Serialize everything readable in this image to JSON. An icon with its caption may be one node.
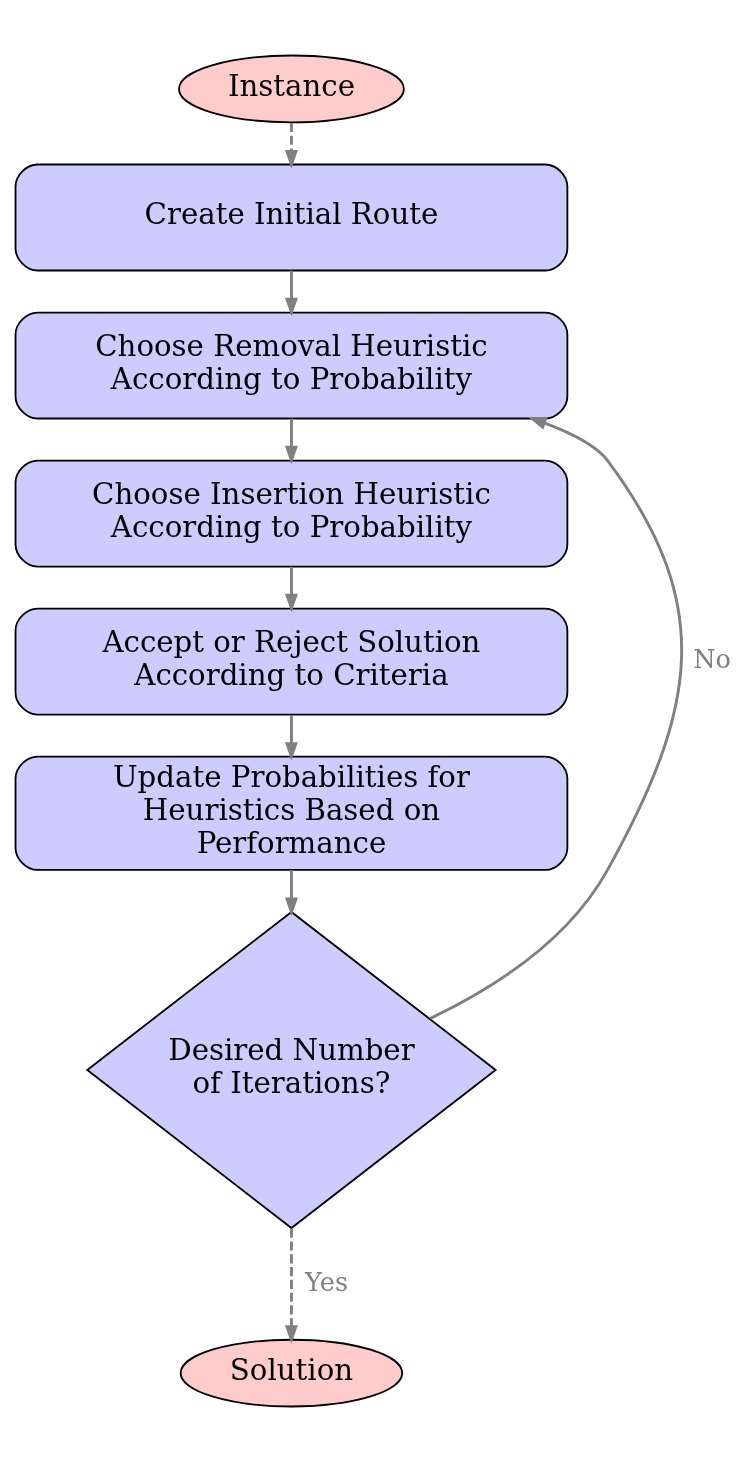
{
  "diagram": {
    "nodes": [
      {
        "text": [
          "Instance"
        ]
      },
      {
        "text": [
          "Create Initial Route"
        ]
      },
      {
        "text": [
          "Choose Removal Heuristic According to Probability"
        ]
      },
      {
        "text": [
          "Choose Insertion Heuristic According to Probability"
        ]
      },
      {
        "text": [
          "Accept or Reject Solution According to Criteria"
        ]
      },
      {
        "text": [
          "Update Probabilities for Heuristics Based on Performance"
        ]
      },
      {
        "text": [
          "Desired Number of Iterations?"
        ]
      },
      {
        "text": [
          "Solution"
        ]
      }
    ],
    "edges": [
      {
        "from": 0,
        "to": 1,
        "arrow": "to",
        "style": "dashed"
      },
      {
        "from": 1,
        "to": 2,
        "arrow": "to"
      },
      {
        "from": 2,
        "to": 3,
        "arrow": "to"
      },
      {
        "from": 3,
        "to": 4,
        "arrow": "to"
      },
      {
        "from": 4,
        "to": 5,
        "arrow": "to"
      },
      {
        "from": 5,
        "to": 6,
        "arrow": "to"
      },
      {
        "from": 6,
        "to": 2,
        "arrow": "to",
        "label": "No"
      },
      {
        "from": 6,
        "to": 7,
        "arrow": "to",
        "label": "Yes",
        "style": "dashed"
      }
    ]
  }
}
